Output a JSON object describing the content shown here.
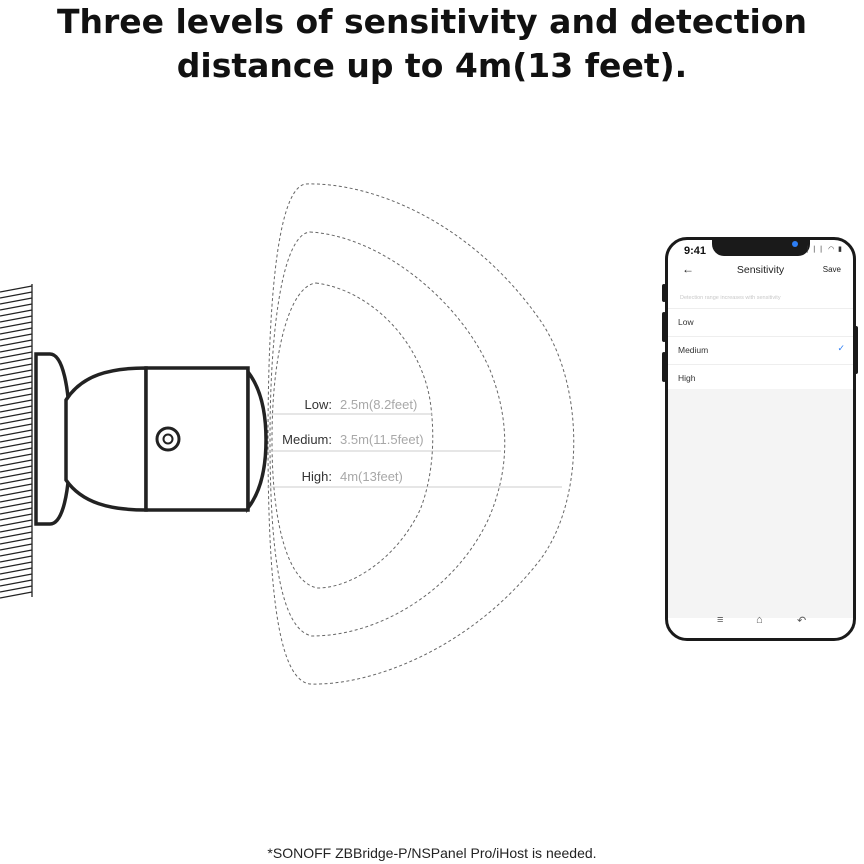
{
  "headline": {
    "line1": "Three levels of sensitivity and detection",
    "line2": "distance up to 4m(13 feet)."
  },
  "ranges": [
    {
      "label": "Low:",
      "value": "2.5m(8.2feet)"
    },
    {
      "label": "Medium:",
      "value": "3.5m(11.5feet)"
    },
    {
      "label": "High:",
      "value": "4m(13feet)"
    }
  ],
  "phone": {
    "time": "9:41",
    "status_icons": "❘❘❘ ◠ ▮",
    "title": "Sensitivity",
    "save_label": "Save",
    "back_icon": "arrow-left-icon",
    "hint": "Detection range increases with sensitivity",
    "options": [
      {
        "label": "Low",
        "selected": false
      },
      {
        "label": "Medium",
        "selected": true
      },
      {
        "label": "High",
        "selected": false
      }
    ],
    "check_icon": "checkmark-icon",
    "nav": {
      "menu": "≡",
      "home": "⌂",
      "back": "↶"
    }
  },
  "footnote": "*SONOFF ZBBridge-P/NSPanel Pro/iHost is needed.",
  "colors": {
    "accent": "#2d7ef5",
    "outline": "#1a1a1a",
    "muted": "#a8a8a8"
  }
}
